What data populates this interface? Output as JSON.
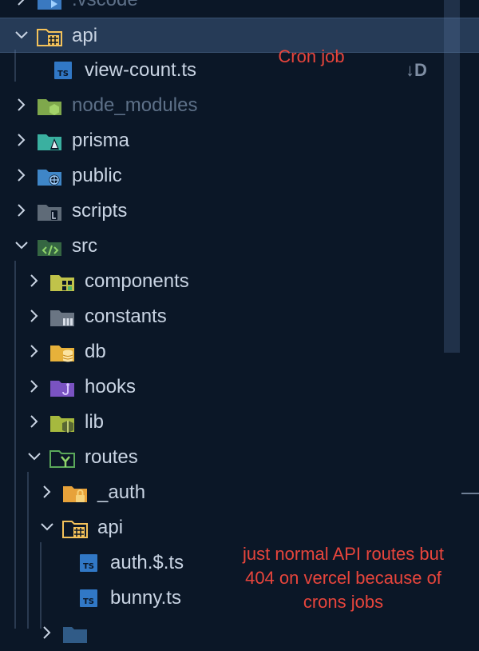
{
  "explorer": {
    "rows": [
      {
        "label": ".vscode",
        "icon": "vscode-folder-icon",
        "depth": 0,
        "expanded": false,
        "dim": true
      },
      {
        "label": "api",
        "icon": "api-folder-icon",
        "depth": 0,
        "expanded": true,
        "selected": true
      },
      {
        "label": "view-count.ts",
        "icon": "typescript-file-icon",
        "depth": 1,
        "file": true,
        "git_status": "↓D"
      },
      {
        "label": "node_modules",
        "icon": "node-folder-icon",
        "depth": 0,
        "expanded": false,
        "dim": true
      },
      {
        "label": "prisma",
        "icon": "prisma-folder-icon",
        "depth": 0,
        "expanded": false
      },
      {
        "label": "public",
        "icon": "public-folder-icon",
        "depth": 0,
        "expanded": false
      },
      {
        "label": "scripts",
        "icon": "scripts-folder-icon",
        "depth": 0,
        "expanded": false
      },
      {
        "label": "src",
        "icon": "src-folder-icon",
        "depth": 0,
        "expanded": true
      },
      {
        "label": "components",
        "icon": "components-folder-icon",
        "depth": 1,
        "expanded": false
      },
      {
        "label": "constants",
        "icon": "constants-folder-icon",
        "depth": 1,
        "expanded": false
      },
      {
        "label": "db",
        "icon": "db-folder-icon",
        "depth": 1,
        "expanded": false
      },
      {
        "label": "hooks",
        "icon": "hooks-folder-icon",
        "depth": 1,
        "expanded": false
      },
      {
        "label": "lib",
        "icon": "lib-folder-icon",
        "depth": 1,
        "expanded": false
      },
      {
        "label": "routes",
        "icon": "routes-folder-icon",
        "depth": 1,
        "expanded": true
      },
      {
        "label": "_auth",
        "icon": "auth-folder-icon",
        "depth": 2,
        "expanded": false
      },
      {
        "label": "api",
        "icon": "api-folder-icon",
        "depth": 2,
        "expanded": true
      },
      {
        "label": "auth.$.ts",
        "icon": "typescript-file-icon",
        "depth": 3,
        "file": true
      },
      {
        "label": "bunny.ts",
        "icon": "typescript-file-icon",
        "depth": 3,
        "file": true
      },
      {
        "label": "",
        "icon": "folder-icon",
        "depth": 2,
        "expanded": false
      }
    ]
  },
  "annotations": {
    "cron_job": "Cron job",
    "routes_note_line1": "just normal API routes but",
    "routes_note_line2": "404 on vercel because of",
    "routes_note_line3": "crons jobs"
  },
  "colors": {
    "background": "#0b1727",
    "selection": "#2e4563",
    "annotation": "#e8453c",
    "text": "#c9d4e3",
    "dim_text": "#5d7088"
  }
}
